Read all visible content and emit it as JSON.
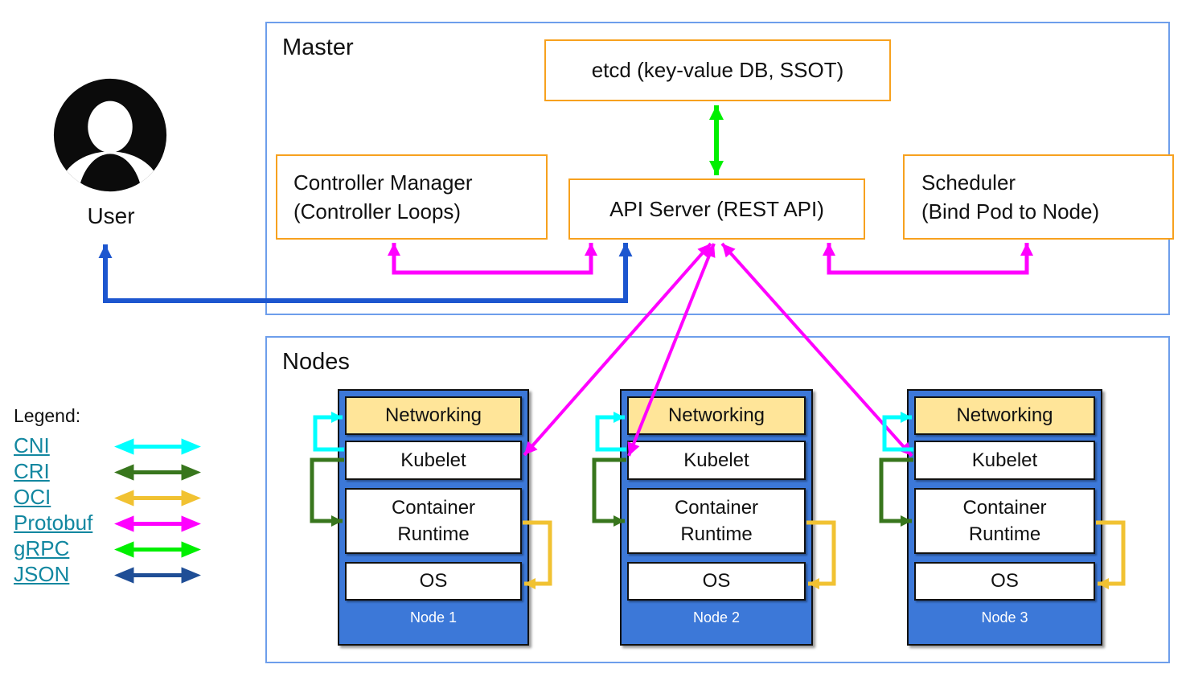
{
  "master": {
    "title": "Master",
    "etcd": "etcd (key-value DB, SSOT)",
    "api_server": "API Server (REST API)",
    "controller_manager": [
      "Controller Manager",
      "(Controller Loops)"
    ],
    "scheduler": [
      "Scheduler",
      "(Bind Pod to Node)"
    ]
  },
  "user": {
    "label": "User"
  },
  "nodes_section": {
    "title": "Nodes",
    "components": [
      "Networking",
      "Kubelet",
      "Container Runtime",
      "OS"
    ],
    "nodes": [
      {
        "label": "Node 1"
      },
      {
        "label": "Node 2"
      },
      {
        "label": "Node 3"
      }
    ]
  },
  "legend": {
    "title": "Legend:",
    "items": [
      {
        "label": "CNI",
        "color": "#00ffff"
      },
      {
        "label": "CRI",
        "color": "#38761d"
      },
      {
        "label": "OCI",
        "color": "#f1c232"
      },
      {
        "label": "Protobuf",
        "color": "#ff00ff"
      },
      {
        "label": "gRPC",
        "color": "#00ef00"
      },
      {
        "label": "JSON",
        "color": "#1f4e96"
      }
    ]
  },
  "colors": {
    "section_border": "#6d9eeb",
    "master_box_border": "#f7a11e",
    "node_fill": "#3c78d8",
    "networking_fill": "#ffe599",
    "user_arrow_blue": "#1d56cf",
    "legend_link_text": "#1287a0"
  }
}
